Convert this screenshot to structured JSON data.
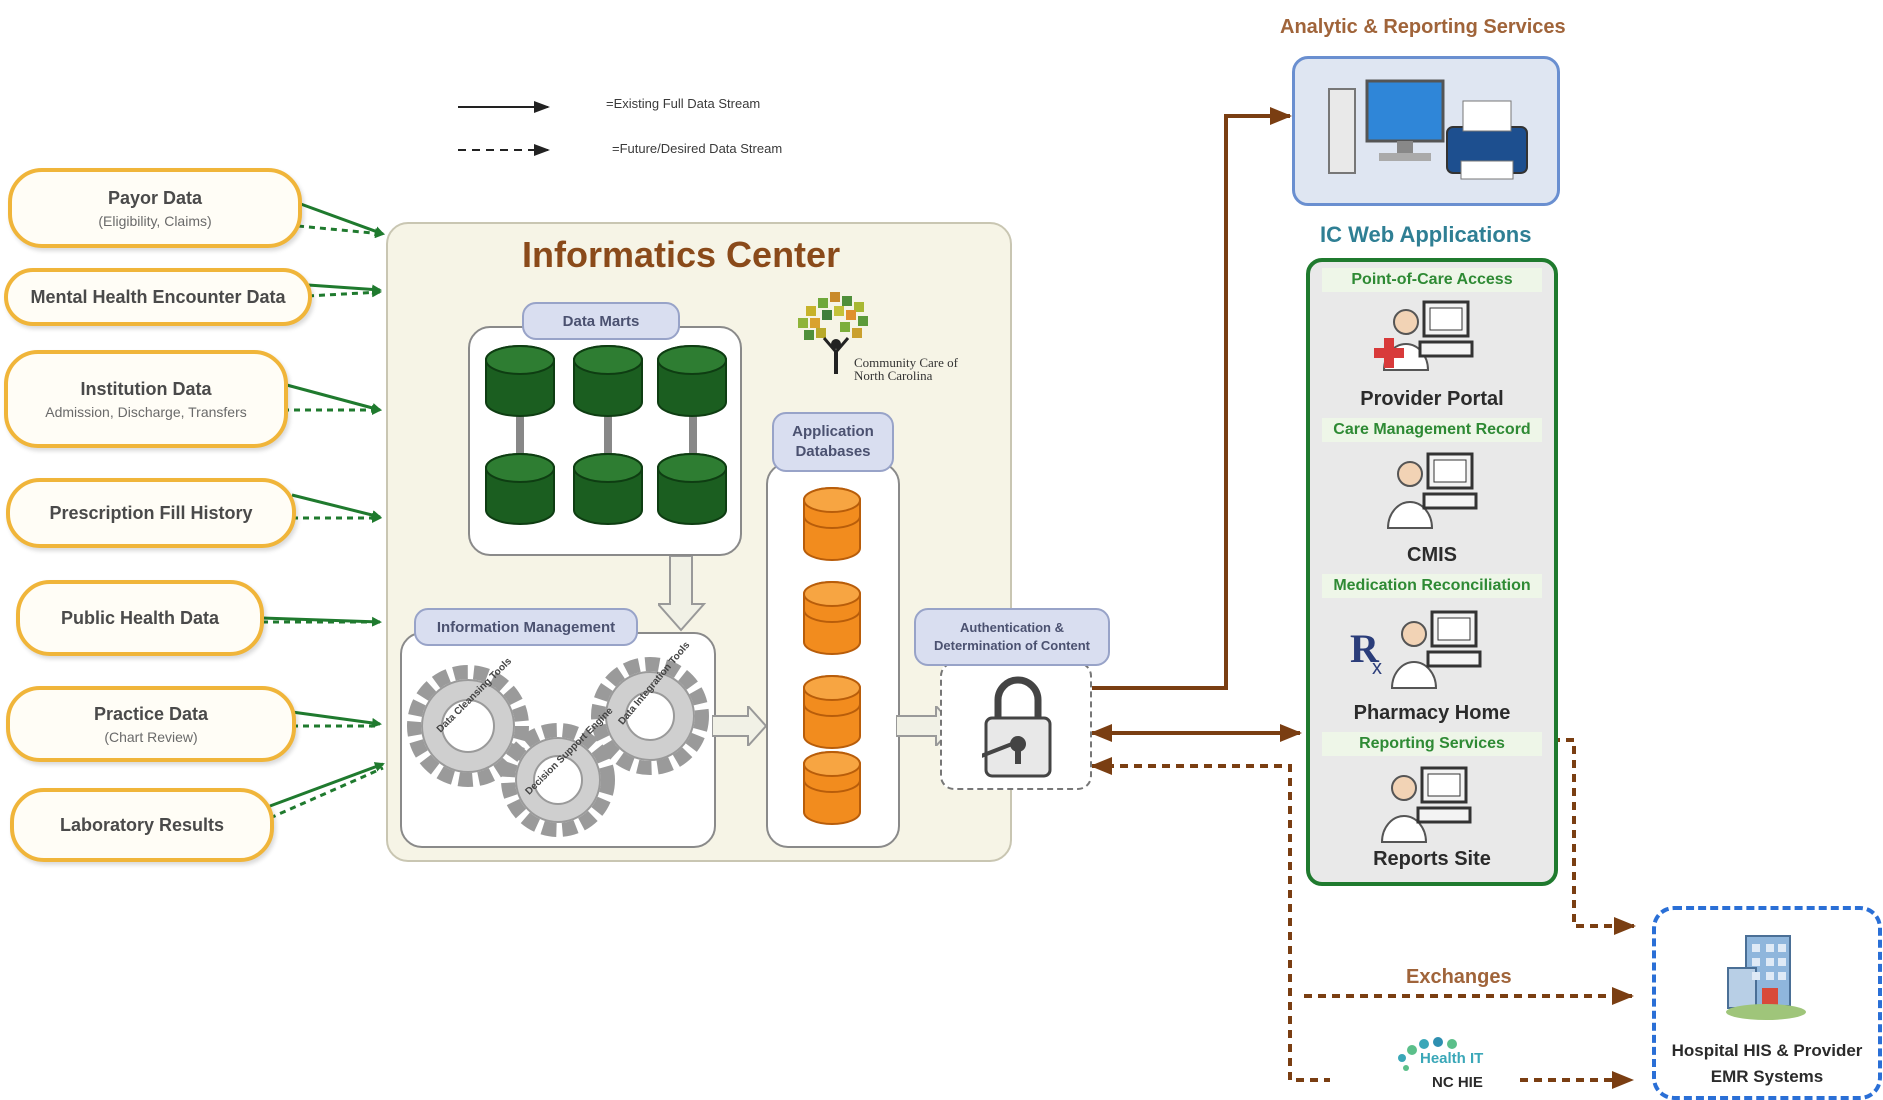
{
  "legend": {
    "solid": "=Existing Full Data Stream",
    "dashed": "=Future/Desired Data Stream"
  },
  "sources": [
    {
      "title": "Payor  Data",
      "subtitle": "(Eligibility, Claims)"
    },
    {
      "title": "Mental Health Encounter Data",
      "subtitle": ""
    },
    {
      "title": "Institution Data",
      "subtitle": "Admission, Discharge, Transfers"
    },
    {
      "title": "Prescription Fill History",
      "subtitle": ""
    },
    {
      "title": "Public Health Data",
      "subtitle": ""
    },
    {
      "title": "Practice Data",
      "subtitle": "(Chart Review)"
    },
    {
      "title": "Laboratory Results",
      "subtitle": ""
    }
  ],
  "center": {
    "title": "Informatics Center",
    "data_marts": "Data Marts",
    "app_db_1": "Application",
    "app_db_2": "Databases",
    "info_mgmt": "Information Management",
    "auth_1": "Authentication &",
    "auth_2": "Determination of Content",
    "logo_text": "Community Care of North Carolina",
    "gear_1": "Data Cleansing Tools",
    "gear_2": "Data Integration Tools",
    "gear_3": "Decision Support Engine"
  },
  "analytic": {
    "title": "Analytic & Reporting Services"
  },
  "web": {
    "title": "IC Web Applications",
    "sections": [
      {
        "head": "Point-of-Care Access",
        "label": "Provider Portal"
      },
      {
        "head": "Care Management Record",
        "label": "CMIS"
      },
      {
        "head": "Medication Reconciliation",
        "label": "Pharmacy Home"
      },
      {
        "head": "Reporting Services",
        "label": "Reports Site"
      }
    ]
  },
  "bottom": {
    "exchanges": "Exchanges",
    "hie_logo": "Health IT",
    "hie": "NC HIE",
    "hospital_1": "Hospital HIS & Provider",
    "hospital_2": "EMR Systems"
  },
  "colors": {
    "source_border": "#f0b53a",
    "green_arrow": "#1f7a2e",
    "brown_arrow": "#7a3e12",
    "db_green": "#1b5e20",
    "db_orange": "#f28c1e",
    "web_border": "#1f7a2e",
    "hospital_border": "#2a6fd6"
  }
}
